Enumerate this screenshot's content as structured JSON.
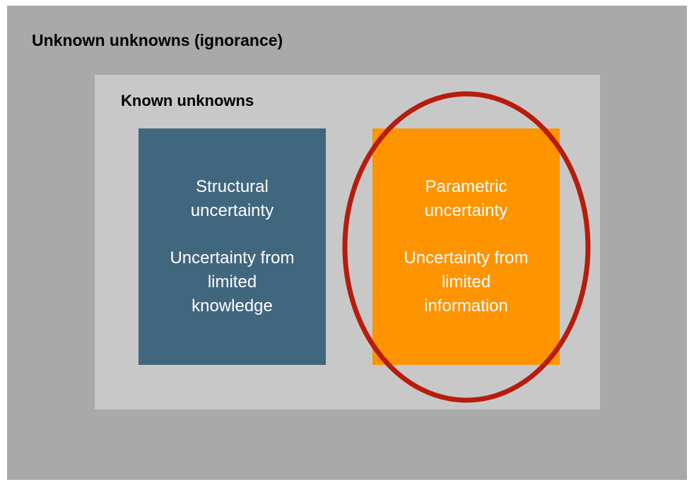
{
  "outer": {
    "title": "Unknown unknowns (ignorance)"
  },
  "inner": {
    "title": "Known unknowns"
  },
  "boxes": [
    {
      "heading": "Structural uncertainty",
      "description": "Uncertainty from limited knowledge",
      "color": "#41677f"
    },
    {
      "heading": "Parametric uncertainty",
      "description": "Uncertainty from limited information",
      "color": "#fe9400"
    }
  ],
  "colors": {
    "outer_background": "#a9a9a9",
    "inner_background": "#c8c8c8",
    "highlight_ellipse": "#b71c0c",
    "box_text": "#ffffff"
  }
}
